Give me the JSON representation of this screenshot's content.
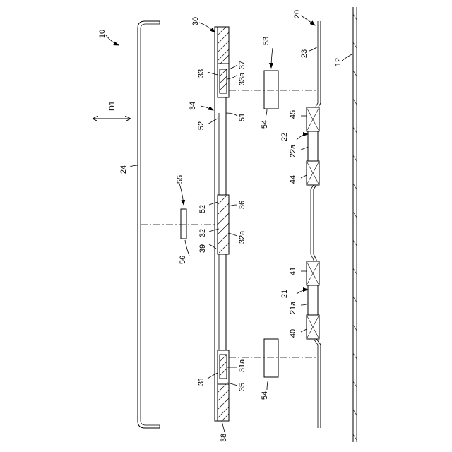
{
  "figure": {
    "orientation": "rotated 90 degrees counter-clockwise (text reads bottom-to-top)",
    "labels": {
      "l10": "10",
      "l30": "30",
      "l20": "20",
      "l53": "53",
      "l23": "23",
      "l12": "12",
      "l33": "33",
      "l33a": "33a",
      "l37": "37",
      "l34": "34",
      "l52a": "52",
      "l51": "51",
      "l54a": "54",
      "l45": "45",
      "l22": "22",
      "l22a": "22a",
      "l44": "44",
      "l24": "24",
      "l55": "55",
      "l52b": "52",
      "l36": "36",
      "l32": "32",
      "l32a": "32a",
      "l39": "39",
      "l56": "56",
      "l41": "41",
      "l21": "21",
      "l21a": "21a",
      "l40": "40",
      "l31": "31",
      "l31a": "31a",
      "l35": "35",
      "l54b": "54",
      "l38": "38",
      "d1": "D1"
    }
  }
}
